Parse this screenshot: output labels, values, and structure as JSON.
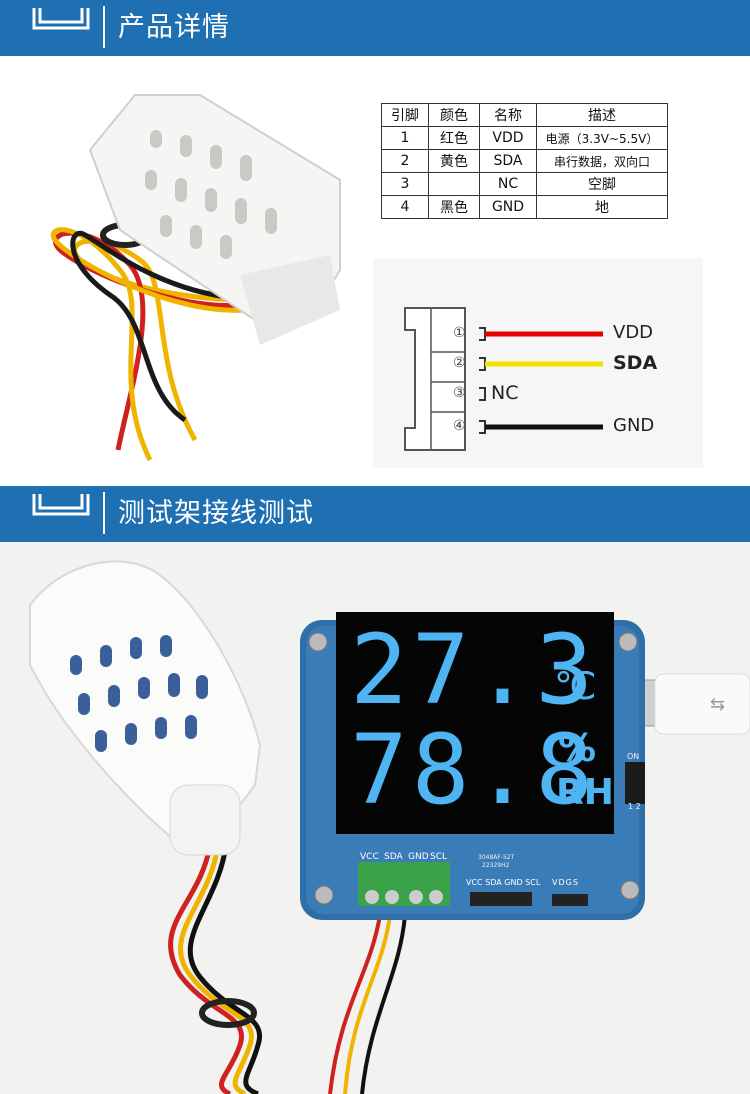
{
  "section1": {
    "title": "产品详情"
  },
  "section2": {
    "title": "测试架接线测试"
  },
  "pin_table": {
    "headers": [
      "引脚",
      "颜色",
      "名称",
      "描述"
    ],
    "rows": [
      [
        "1",
        "红色",
        "VDD",
        "电源（3.3V~5.5V）"
      ],
      [
        "2",
        "黄色",
        "SDA",
        "串行数据，双向口"
      ],
      [
        "3",
        "",
        "NC",
        "空脚"
      ],
      [
        "4",
        "黑色",
        "GND",
        "地"
      ]
    ]
  },
  "wiring": {
    "pins": [
      "①",
      "②",
      "③",
      "④"
    ],
    "labels": {
      "vdd": "VDD",
      "sda": "SDA",
      "nc": "NC",
      "gnd": "GND"
    },
    "colors": {
      "vdd": "#e60000",
      "sda": "#f4e100",
      "gnd": "#111111"
    }
  },
  "display": {
    "temperature": "27.3",
    "temp_unit": "℃",
    "humidity": "78.8",
    "hum_unit": "%",
    "hum_label": "RH",
    "switch_text": "ON",
    "switch_nums": "1 2"
  },
  "board": {
    "terminal_labels": [
      "VCC",
      "SDA",
      "GND",
      "SCL"
    ],
    "header_labels": "VCC SDA GND SCL",
    "chip_label": "3048AF-52T",
    "chip_sub": "22329H2",
    "vdgs_label": "VDGS"
  },
  "colors": {
    "banner": "#1f6fb3",
    "lcd_text": "#4fb4f2",
    "pcb": "#2f6fa8"
  }
}
